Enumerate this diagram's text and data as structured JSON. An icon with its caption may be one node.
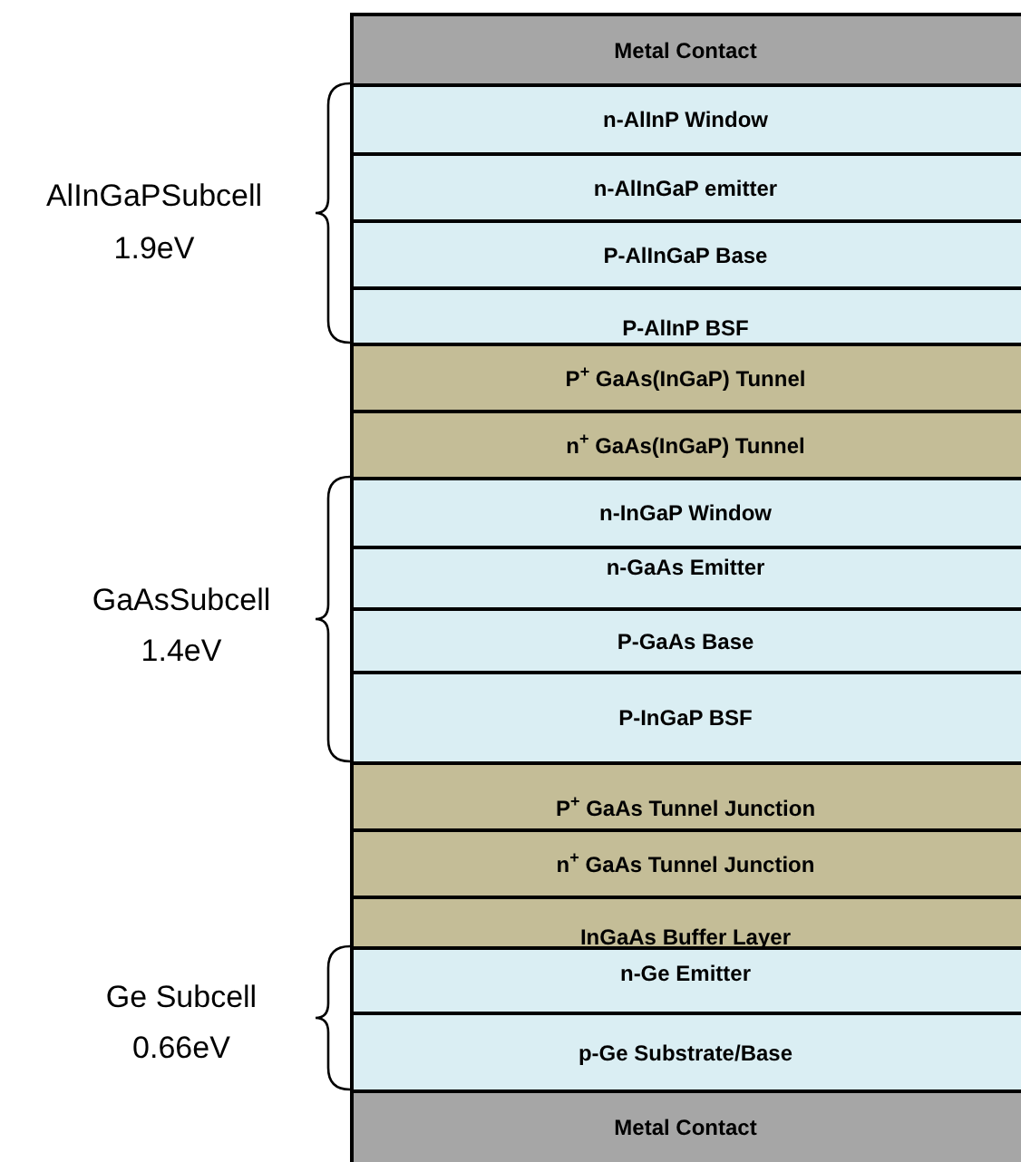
{
  "diagram": {
    "nodes": [
      {
        "text": [
          "Metal Contact"
        ]
      },
      {
        "text": [
          "n-AlInP Window"
        ]
      },
      {
        "text": [
          "n-AlInGaP emitter"
        ]
      },
      {
        "text": [
          "P-AlInGaP Base"
        ]
      },
      {
        "text": [
          "P-AlInP BSF"
        ]
      },
      {
        "text": [
          "P$^{+}$ GaAs(InGaP) Tunnel"
        ]
      },
      {
        "text": [
          "n$^{+}$ GaAs(InGaP) Tunnel"
        ]
      },
      {
        "text": [
          "n-InGaP Window"
        ]
      },
      {
        "text": [
          "n-GaAs Emitter"
        ]
      },
      {
        "text": [
          "P-GaAs Base"
        ]
      },
      {
        "text": [
          "P-InGaP BSF"
        ]
      },
      {
        "text": [
          "P$^{+}$ GaAs Tunnel Junction"
        ]
      },
      {
        "text": [
          "n$^{+}$ GaAs Tunnel Junction"
        ]
      },
      {
        "text": [
          "InGaAs Buffer Layer"
        ]
      },
      {
        "text": [
          "n-Ge Emitter"
        ]
      },
      {
        "text": [
          "p-Ge Substrate/Base"
        ]
      },
      {
        "text": [
          "Metal Contact"
        ]
      }
    ],
    "labels": [
      "AlInGaPSubcell",
      "1.9eV",
      "GaAsSubcell",
      "1.4eV",
      "Ge Subcell",
      "0.66eV"
    ]
  }
}
